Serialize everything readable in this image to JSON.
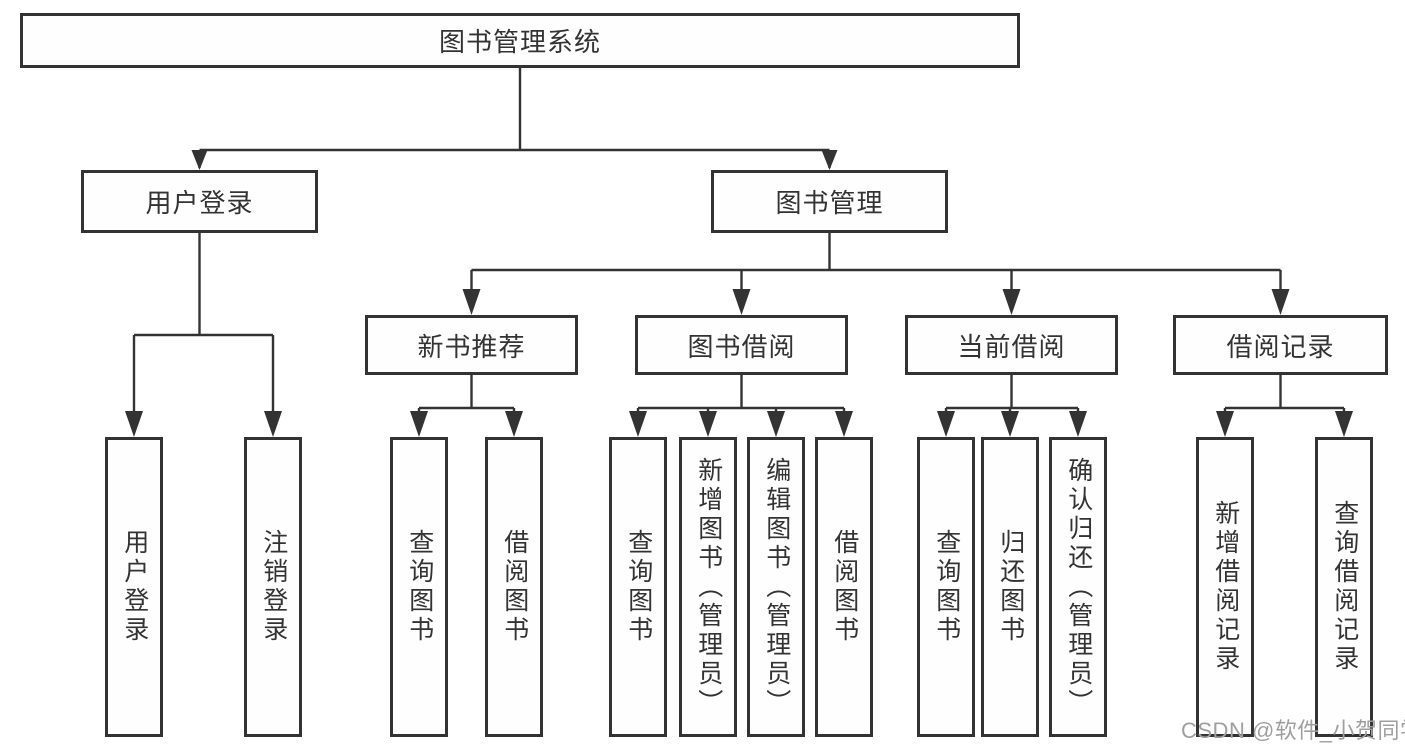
{
  "diagram": {
    "watermark": "CSDN @软件_小贺同学",
    "colors": {
      "line": "#333333",
      "box_border": "#333333",
      "text": "#333333",
      "background": "#ffffff",
      "watermark": "#9f9f9f"
    },
    "tree": {
      "root": {
        "label": "图书管理系统",
        "children": [
          {
            "label": "用户登录",
            "children": [
              {
                "label": "用户登录"
              },
              {
                "label": "注销登录"
              }
            ]
          },
          {
            "label": "图书管理",
            "children": [
              {
                "label": "新书推荐",
                "children": [
                  {
                    "label": "查询图书"
                  },
                  {
                    "label": "借阅图书"
                  }
                ]
              },
              {
                "label": "图书借阅",
                "children": [
                  {
                    "label": "查询图书"
                  },
                  {
                    "label": "新增图书（管理员）"
                  },
                  {
                    "label": "编辑图书（管理员）"
                  },
                  {
                    "label": "借阅图书"
                  }
                ]
              },
              {
                "label": "当前借阅",
                "children": [
                  {
                    "label": "查询图书"
                  },
                  {
                    "label": "归还图书"
                  },
                  {
                    "label": "确认归还（管理员）"
                  }
                ]
              },
              {
                "label": "借阅记录",
                "children": [
                  {
                    "label": "新增借阅记录"
                  },
                  {
                    "label": "查询借阅记录"
                  }
                ]
              }
            ]
          }
        ]
      }
    }
  }
}
